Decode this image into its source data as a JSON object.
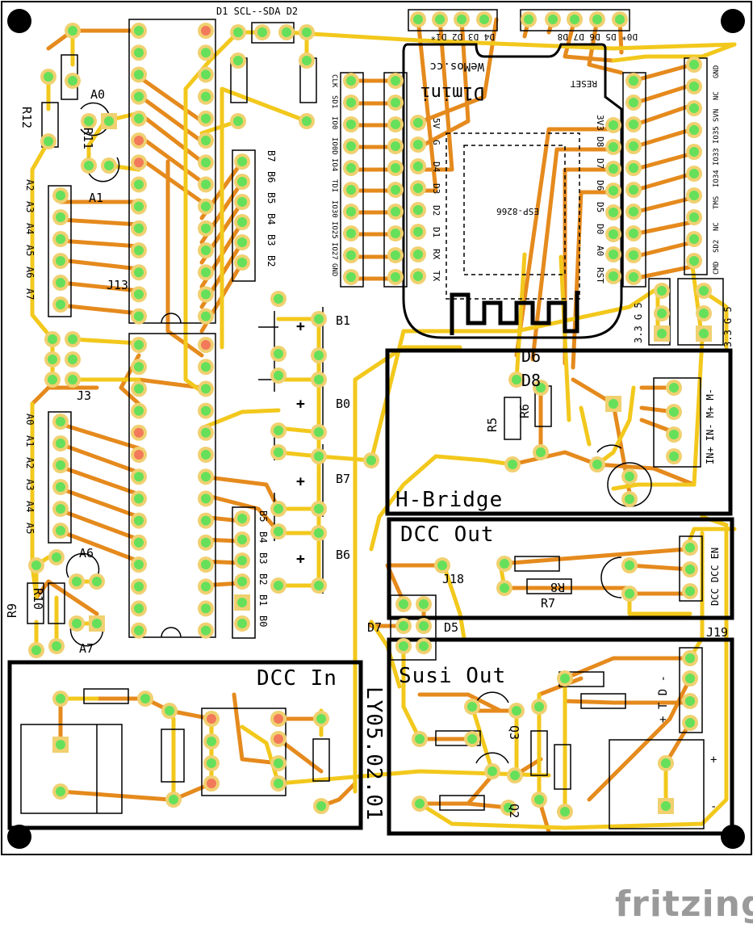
{
  "board_label": "LY05.02.01",
  "brand": "fritzing",
  "colors": {
    "top_trace": "#f2c81c",
    "bottom_trace": "#e58a1d",
    "pad_ring": "#f0d070",
    "pad_center": "#66e05a",
    "pad_center_red": "#f27a5a",
    "silkscreen": "#000000"
  },
  "blocks": {
    "hbridge": "H-Bridge",
    "dcc_out": "DCC Out",
    "dcc_in": "DCC In",
    "susi_out": "Susi Out"
  },
  "wemos": {
    "brand": "WeMos.cc",
    "model": "D1mini",
    "chip": "ESP-8266",
    "reset": "RESET",
    "left_pins": [
      "5V",
      "G",
      "D4",
      "D3",
      "D2",
      "D1",
      "RX",
      "TX"
    ],
    "right_pins": [
      "3V3",
      "D8",
      "D7",
      "D6",
      "D5",
      "D0",
      "A0",
      "RST"
    ]
  },
  "esp32_pins": [
    "CLK",
    "SD1",
    "IO0",
    "IO0D",
    "IO4",
    "TDI",
    "IO30",
    "IO25",
    "IO27",
    "GND"
  ],
  "esp32_right_pins": [
    "CMD",
    "SD2",
    "NC",
    "TMS",
    "IO34",
    "IO33",
    "IO35",
    "SVN",
    "NC",
    "GND"
  ],
  "header_top_left": [
    "D4",
    "D3",
    "D2",
    "D1*"
  ],
  "header_top_right": [
    "D0*",
    "D5",
    "D6",
    "D7",
    "D8"
  ],
  "i2c_label": "D1 SCL--SDA D2",
  "b_pins_top": [
    "B7",
    "B6",
    "B5",
    "B4",
    "B3",
    "B2"
  ],
  "b_pins_bottom": [
    "B5",
    "B4",
    "B3",
    "B2",
    "B1",
    "B0"
  ],
  "a_pins_top": [
    "A2",
    "A3",
    "A4",
    "A5",
    "A6",
    "A7"
  ],
  "a_pins_bottom": [
    "A0",
    "A1",
    "A2",
    "A3",
    "A4",
    "A5"
  ],
  "refs": {
    "r12": "R12",
    "r11": "R11",
    "a0": "A0",
    "a1": "A1",
    "j13": "J13",
    "j3": "J3",
    "a6": "A6",
    "a7": "A7",
    "r9": "R9",
    "r10": "R10",
    "b1": "B1",
    "b0": "B0",
    "b7": "B7",
    "b6": "B6",
    "d6": "D6",
    "d8": "D8",
    "r5": "R5",
    "r6": "R6",
    "r7": "R7",
    "r8": "R8",
    "j18": "J18",
    "j19": "J19",
    "d7": "D7",
    "d5": "D5",
    "q2": "Q2",
    "q3": "Q3",
    "esp_label": "3.3 G 5"
  },
  "hbridge_terms": "IN+ IN- M+ M-",
  "dcc_terms": "DCC DCC EN",
  "susi_terms": "+ T D -",
  "plus": "+",
  "minus": "-",
  "plus_sign": "+",
  "power_label": "3.3 G 5"
}
